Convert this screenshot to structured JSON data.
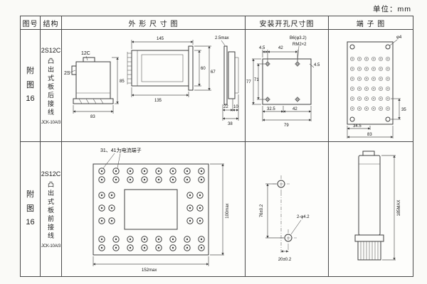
{
  "unit_label": "单位：mm",
  "headers": {
    "fig": "图号",
    "structure": "结构",
    "outline": "外 形 尺 寸 图",
    "mounting": "安装开孔尺寸图",
    "terminal": "端 子 图"
  },
  "rows": [
    {
      "fig_c1": "附",
      "fig_c2": "图",
      "fig_num": "16",
      "model": "2S12C",
      "wiring": "凸出式板后接线",
      "code": "JCK-10A/3",
      "outline": {
        "connector_label": "12C",
        "relay_label": "2S",
        "width": "83",
        "height": "85",
        "len_top": "145",
        "len_bottom": "135",
        "h_outer": "67",
        "h_inner": "60",
        "panel_thickness": "2.5max",
        "b1": "22",
        "b2": "10",
        "b_total": "38"
      },
      "mounting": {
        "t1": "4.5",
        "t2": "42",
        "screw_note": "B6(φ3.2)",
        "thread_note": "RM2×2",
        "v_outer": "77",
        "v_inner": "71",
        "b1": "32.5",
        "b2": "42",
        "b_total": "79",
        "r1": "4.5"
      },
      "terminal": {
        "hole_note": "φ4",
        "b1": "34.5",
        "b_total": "83",
        "r1": "35"
      }
    },
    {
      "fig_c1": "附",
      "fig_c2": "图",
      "fig_num": "16",
      "model": "2S12C",
      "wiring": "凸出式板前接线",
      "code": "JCK-10A/3",
      "outline": {
        "note": "31、41为电流端子",
        "width": "152max",
        "height": "100max"
      },
      "mounting": {
        "v_dim": "76±0.2",
        "h_dim": "20±0.2",
        "hole_note": "2-φ4.2"
      },
      "terminal": {
        "height": "185MAX"
      }
    }
  ]
}
